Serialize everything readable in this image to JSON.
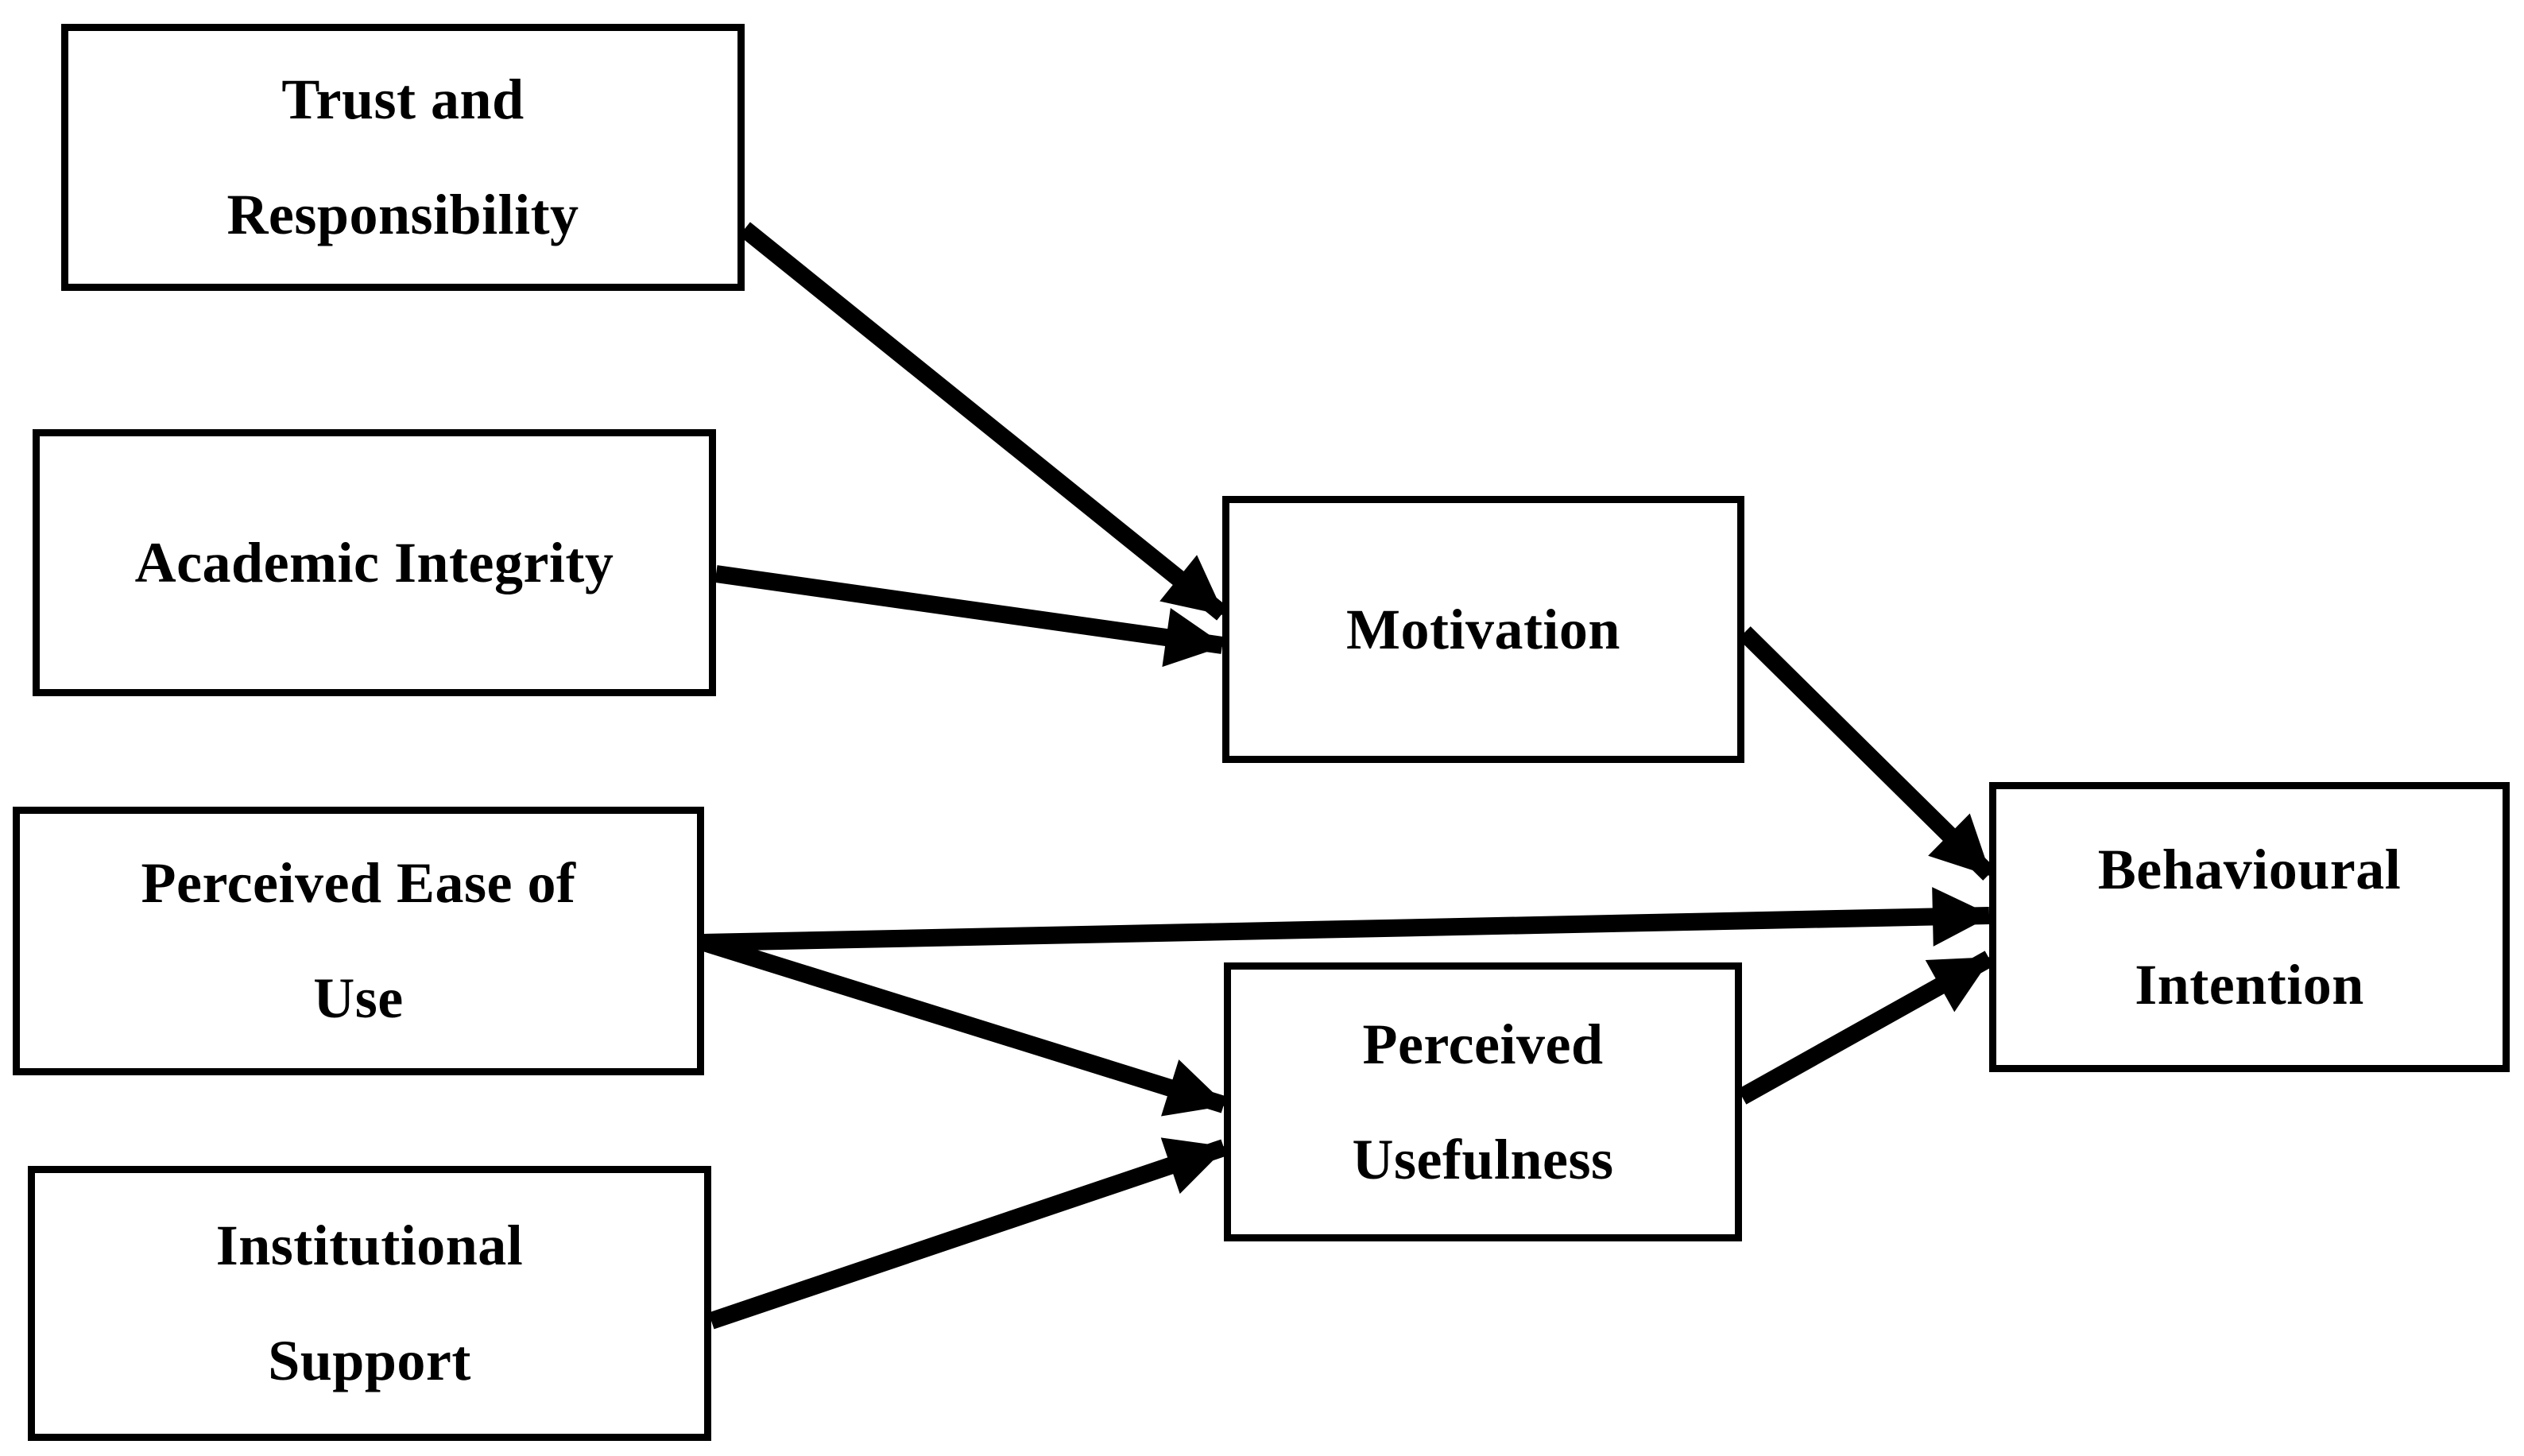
{
  "figure": {
    "type": "conceptual-model-diagram",
    "background_color": "#ffffff",
    "box_fill_color": "#ffffff",
    "box_border_color": "#000000",
    "text_color": "#000000",
    "arrow_color": "#000000"
  },
  "nodes": {
    "trust": {
      "label": "Trust and\nResponsibility"
    },
    "integrity": {
      "label": "Academic Integrity"
    },
    "ease": {
      "label": "Perceived Ease of\nUse"
    },
    "support": {
      "label": "Institutional\nSupport"
    },
    "motivation": {
      "label": "Motivation"
    },
    "usefulness": {
      "label": "Perceived\nUsefulness"
    },
    "intention": {
      "label": "Behavioural\nIntention"
    }
  },
  "edges": [
    {
      "from": "Trust and Responsibility",
      "to": "Motivation"
    },
    {
      "from": "Academic Integrity",
      "to": "Motivation"
    },
    {
      "from": "Perceived Ease of Use",
      "to": "Behavioural Intention"
    },
    {
      "from": "Perceived Ease of Use",
      "to": "Perceived Usefulness"
    },
    {
      "from": "Institutional Support",
      "to": "Perceived Usefulness"
    },
    {
      "from": "Motivation",
      "to": "Behavioural Intention"
    },
    {
      "from": "Perceived Usefulness",
      "to": "Behavioural Intention"
    }
  ]
}
